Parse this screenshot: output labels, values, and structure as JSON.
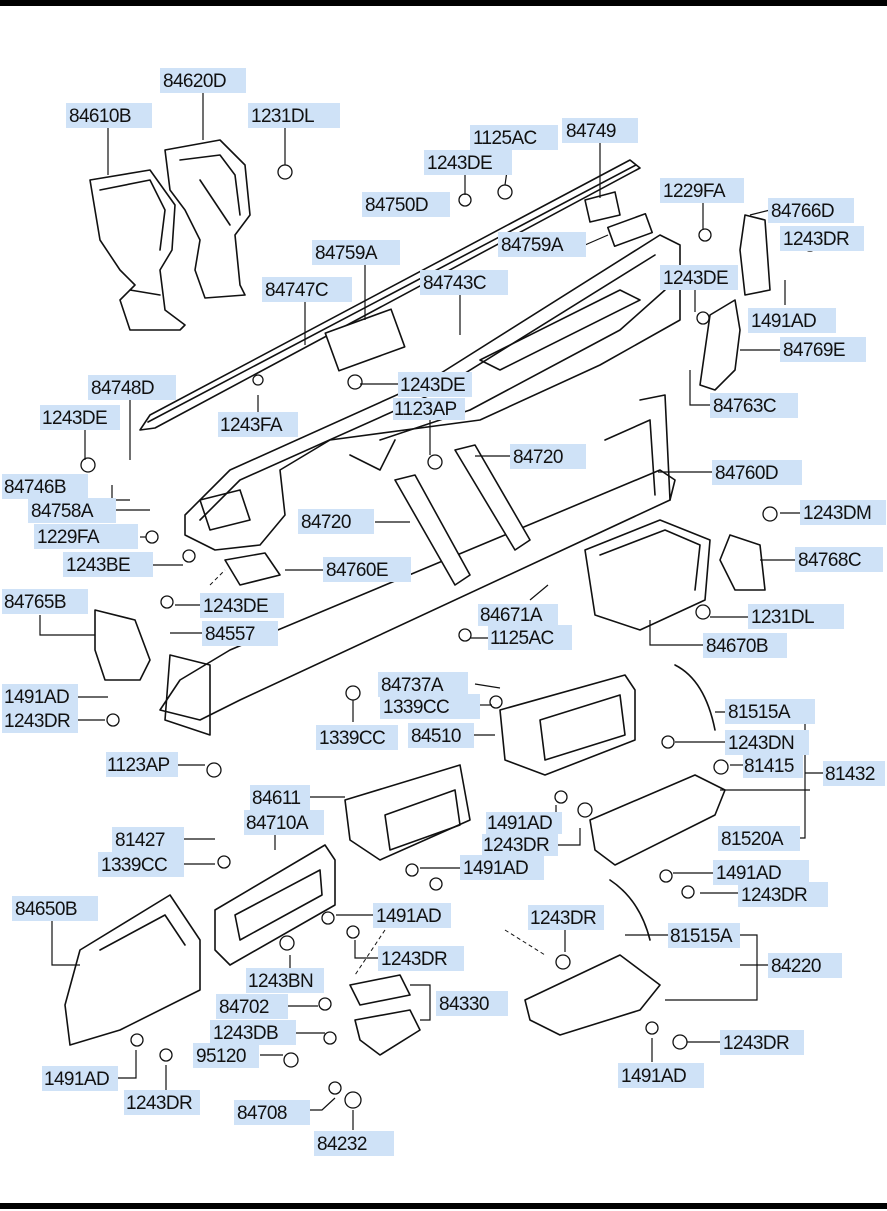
{
  "labels": {
    "p84620D": "84620D",
    "p84610B": "84610B",
    "p1231DL_top": "1231DL",
    "p1125AC_top": "1125AC",
    "p84749": "84749",
    "p1243DE_a": "1243DE",
    "p84750D": "84750D",
    "p1229FA_a": "1229FA",
    "p84766D": "84766D",
    "p84759A_a": "84759A",
    "p84759A_b": "84759A",
    "p1243DR_a": "1243DR",
    "p84747C": "84747C",
    "p84743C": "84743C",
    "p1243DE_b": "1243DE",
    "p1491AD_a": "1491AD",
    "p84769E": "84769E",
    "p84748D": "84748D",
    "p1243DE_c": "1243DE",
    "p84763C": "84763C",
    "p1243DE_d": "1243DE",
    "p1123AP_a": "1123AP",
    "p1243FA": "1243FA",
    "p84720_a": "84720",
    "p84746B": "84746B",
    "p84760D": "84760D",
    "p84758A": "84758A",
    "p1243DM": "1243DM",
    "p84720_b": "84720",
    "p1229FA_b": "1229FA",
    "p84768C": "84768C",
    "p1243BE": "1243BE",
    "p84760E": "84760E",
    "p84765B": "84765B",
    "p1243DE_e": "1243DE",
    "p84671A": "84671A",
    "p1231DL_b": "1231DL",
    "p84557": "84557",
    "p1125AC_b": "1125AC",
    "p84670B": "84670B",
    "p1491AD_b": "1491AD",
    "p84737A": "84737A",
    "p1243DR_b": "1243DR",
    "p1339CC_a": "1339CC",
    "p81515A_a": "81515A",
    "p1339CC_b": "1339CC",
    "p84510": "84510",
    "p1243DN": "1243DN",
    "p1123AP_b": "1123AP",
    "p81415": "81415",
    "p81432": "81432",
    "p84611": "84611",
    "p1491AD_c": "1491AD",
    "p84710A": "84710A",
    "p1243DR_c": "1243DR",
    "p81520A": "81520A",
    "p81427": "81427",
    "p1339CC_c": "1339CC",
    "p1491AD_d": "1491AD",
    "p1491AD_e": "1491AD",
    "p1243DR_d": "1243DR",
    "p84650B": "84650B",
    "p1491AD_f": "1491AD",
    "p1243DR_e": "1243DR",
    "p81515A_b": "81515A",
    "p1243DR_f": "1243DR",
    "p84220": "84220",
    "p1243BN": "1243BN",
    "p84702": "84702",
    "p84330": "84330",
    "p1243DB": "1243DB",
    "p1243DR_g": "1243DR",
    "p95120": "95120",
    "p1491AD_g": "1491AD",
    "p1243DR_h": "1243DR",
    "p1491AD_h": "1491AD",
    "p84708": "84708",
    "p84232": "84232"
  }
}
